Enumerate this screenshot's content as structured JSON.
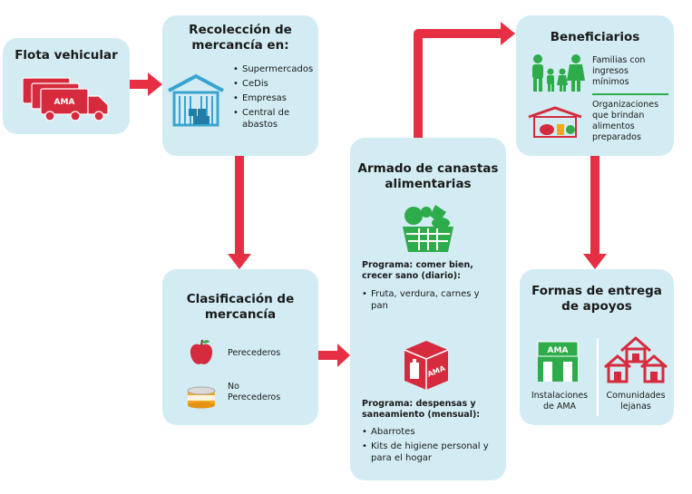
{
  "flota": {
    "title": "Flota vehicular",
    "truck_logo": "AMA"
  },
  "recoleccion": {
    "title": "Recolección de mercancía en:",
    "items": [
      "Supermercados",
      "CeDis",
      "Empresas",
      "Central de abastos"
    ]
  },
  "clasificacion": {
    "title": "Clasificación de mercancía",
    "items": [
      "Perecederos",
      "No Perecederos"
    ]
  },
  "armado": {
    "title": "Armado de canastas alimentarias",
    "programa1": {
      "title": "Programa: comer bien, crecer sano (diario):",
      "items": [
        "Fruta, verdura, carnes y pan"
      ]
    },
    "programa2": {
      "title": "Programa: despensas y saneamiento (mensual):",
      "items": [
        "Abarrotes",
        "Kits de higiene personal y para el hogar"
      ]
    },
    "box_logo": "AMA"
  },
  "beneficiarios": {
    "title": "Beneficiarios",
    "items": [
      "Familias con ingresos mínimos",
      "Organizaciones que brindan alimentos preparados"
    ]
  },
  "formas": {
    "title": "Formas de entrega de apoyos",
    "items": [
      "Instalaciones de AMA",
      "Comunidades lejanas"
    ],
    "building_logo": "AMA"
  },
  "colors": {
    "box": "#d3ecf3",
    "arrow": "#e62f43",
    "accent_green": "#2eab4a",
    "accent_red": "#e33a4a"
  }
}
